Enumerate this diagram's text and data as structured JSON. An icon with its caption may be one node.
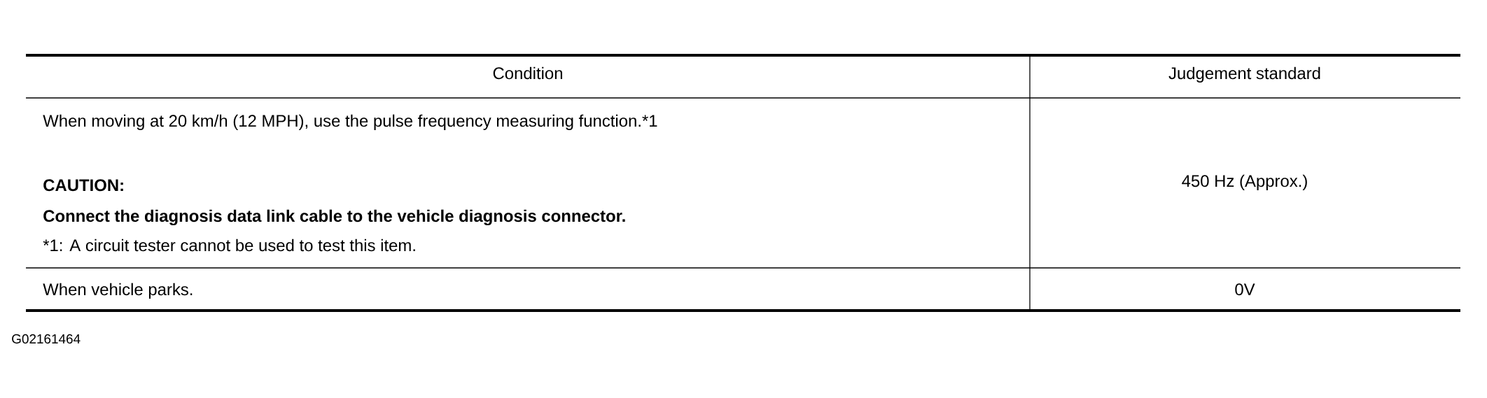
{
  "diagram": {
    "labels": [
      "Condition",
      "Judgement standard",
      "When moving at 20 km/h (12 MPH), use the pulse frequency measuring function.*1",
      "CAUTION:",
      "Connect the diagnosis data link cable to the vehicle diagnosis connector.",
      "*1: A circuit tester cannot be used to test this item.",
      "450 Hz (Approx.)",
      "When vehicle parks.",
      "0V",
      "G02161464"
    ]
  }
}
